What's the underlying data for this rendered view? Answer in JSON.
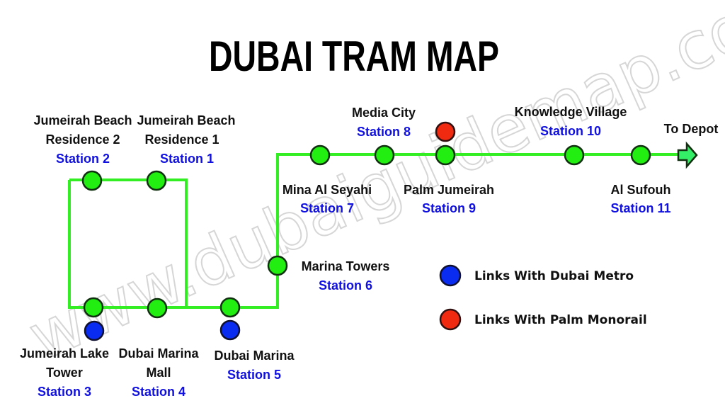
{
  "title": "DUBAI TRAM MAP",
  "watermark": "www.dubaiguidemap.com",
  "colors": {
    "track": "#33ee22",
    "station": "#22ee11",
    "metro": "#0a2cf0",
    "monorail": "#f02a10",
    "station_label": "#1010e0"
  },
  "stations": [
    {
      "name_lines": [
        "Jumeirah Beach",
        "Residence 1"
      ],
      "station": "Station 1"
    },
    {
      "name_lines": [
        "Jumeirah Beach",
        "Residence 2"
      ],
      "station": "Station 2"
    },
    {
      "name_lines": [
        "Jumeirah Lake",
        "Tower"
      ],
      "station": "Station 3",
      "link": "metro"
    },
    {
      "name_lines": [
        "Dubai Marina",
        "Mall"
      ],
      "station": "Station 4"
    },
    {
      "name_lines": [
        "Dubai Marina"
      ],
      "station": "Station 5",
      "link": "metro"
    },
    {
      "name_lines": [
        "Marina Towers"
      ],
      "station": "Station 6"
    },
    {
      "name_lines": [
        "Mina Al Seyahi"
      ],
      "station": "Station 7"
    },
    {
      "name_lines": [
        "Media City"
      ],
      "station": "Station 8"
    },
    {
      "name_lines": [
        "Palm Jumeirah"
      ],
      "station": "Station 9",
      "link": "monorail"
    },
    {
      "name_lines": [
        "Knowledge Village"
      ],
      "station": "Station 10"
    },
    {
      "name_lines": [
        "Al Sufouh"
      ],
      "station": "Station 11"
    }
  ],
  "depot_label": "To Depot",
  "legend": [
    {
      "label": "Links With Dubai Metro",
      "color": "#0a2cf0"
    },
    {
      "label": "Links With Palm Monorail",
      "color": "#f02a10"
    }
  ]
}
